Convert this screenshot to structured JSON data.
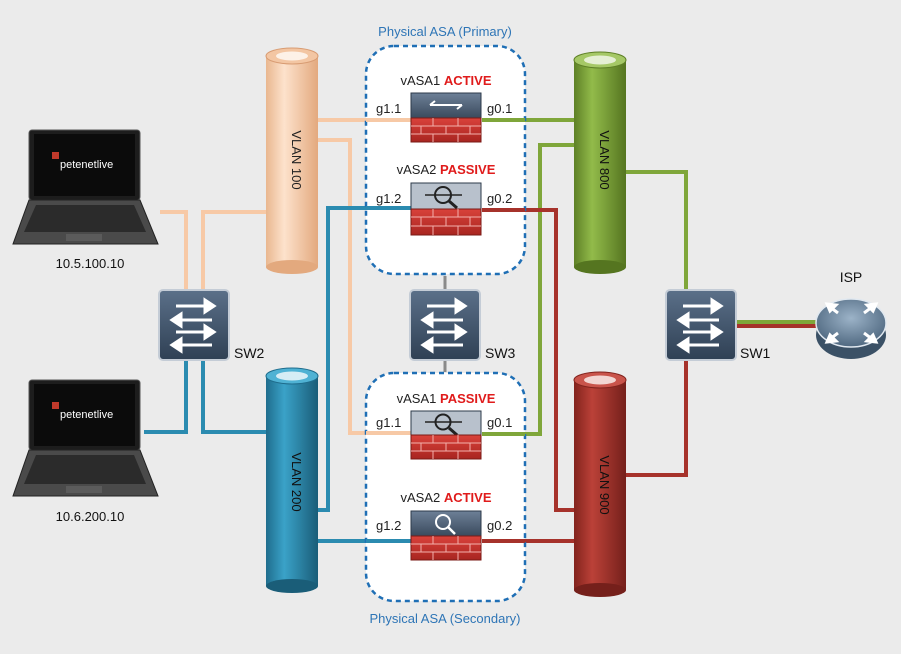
{
  "diagram": {
    "primary_group_label": "Physical ASA (Primary)",
    "secondary_group_label": "Physical ASA (Secondary)",
    "vlans": {
      "v100": "VLAN 100",
      "v200": "VLAN 200",
      "v800": "VLAN 800",
      "v900": "VLAN 900"
    },
    "switches": {
      "sw1": "SW1",
      "sw2": "SW2",
      "sw3": "SW3"
    },
    "isp_label": "ISP",
    "laptops": {
      "top": {
        "ip": "10.5.100.10",
        "brand": "petenetlive"
      },
      "bottom": {
        "ip": "10.6.200.10",
        "brand": "petenetlive"
      }
    },
    "firewalls": {
      "p1": {
        "name": "vASA1",
        "state": "ACTIVE",
        "left_if": "g1.1",
        "right_if": "g0.1"
      },
      "p2": {
        "name": "vASA2",
        "state": "PASSIVE",
        "left_if": "g1.2",
        "right_if": "g0.2"
      },
      "s1": {
        "name": "vASA1",
        "state": "PASSIVE",
        "left_if": "g1.1",
        "right_if": "g0.1"
      },
      "s2": {
        "name": "vASA2",
        "state": "ACTIVE",
        "left_if": "g1.2",
        "right_if": "g0.2"
      }
    },
    "colors": {
      "background": "#ebebeb",
      "vlan100": "#fbd5b6",
      "vlan200": "#2b8bb0",
      "vlan800": "#7fa63a",
      "vlan900": "#a6322b",
      "group_border": "#1f6fb5",
      "group_label": "#2e75b6",
      "state_text": "#e01b1b"
    }
  }
}
